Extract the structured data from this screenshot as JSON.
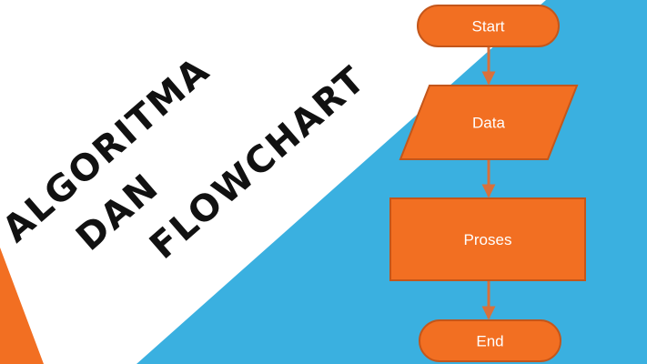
{
  "title": {
    "lines": [
      "ALGORITMA",
      "DAN",
      "FLOWCHART"
    ]
  },
  "flowchart": {
    "nodes": [
      {
        "id": "start",
        "shape": "terminator",
        "label": "Start"
      },
      {
        "id": "data",
        "shape": "parallelogram",
        "label": "Data"
      },
      {
        "id": "process",
        "shape": "rectangle",
        "label": "Proses"
      },
      {
        "id": "end",
        "shape": "terminator",
        "label": "End"
      }
    ],
    "edges": [
      {
        "from": "start",
        "to": "data"
      },
      {
        "from": "data",
        "to": "process"
      },
      {
        "from": "process",
        "to": "end"
      }
    ]
  },
  "colors": {
    "background": "#ffffff",
    "blue_band": "#3ab0e0",
    "orange_accent": "#f26f22",
    "node_fill": "#f26f22",
    "node_stroke": "#c4561a",
    "arrow": "#d9703a",
    "title_text": "#111111",
    "node_text": "#ffffff"
  }
}
